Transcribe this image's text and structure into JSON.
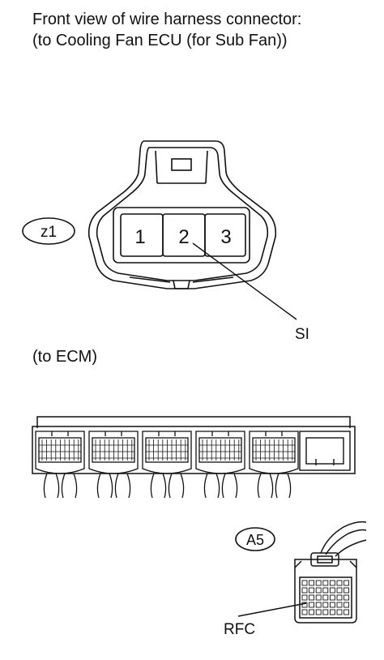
{
  "title": {
    "line1": "Front view of wire harness connector:",
    "line2": "(to Cooling Fan ECU (for Sub Fan))"
  },
  "connector_z1": {
    "tag": "z1",
    "pins": [
      "1",
      "2",
      "3"
    ],
    "callout": "SI"
  },
  "ecm": {
    "label": "(to ECM)"
  },
  "connector_a5": {
    "tag": "A5",
    "callout": "RFC"
  }
}
